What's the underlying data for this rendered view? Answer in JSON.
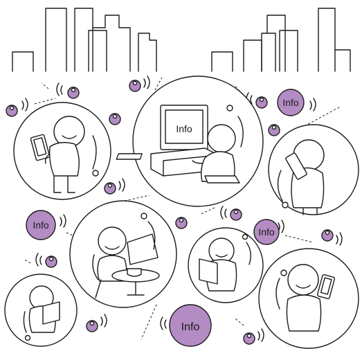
{
  "colors": {
    "bubble_fill": "#b48cc4",
    "ink": "#1a1a1a",
    "background": "#ffffff"
  },
  "labels": {
    "monitor_text": "Info",
    "bubble_1": "Info",
    "bubble_2": "Info",
    "bubble_3": "Info",
    "bubble_4": "Info"
  }
}
